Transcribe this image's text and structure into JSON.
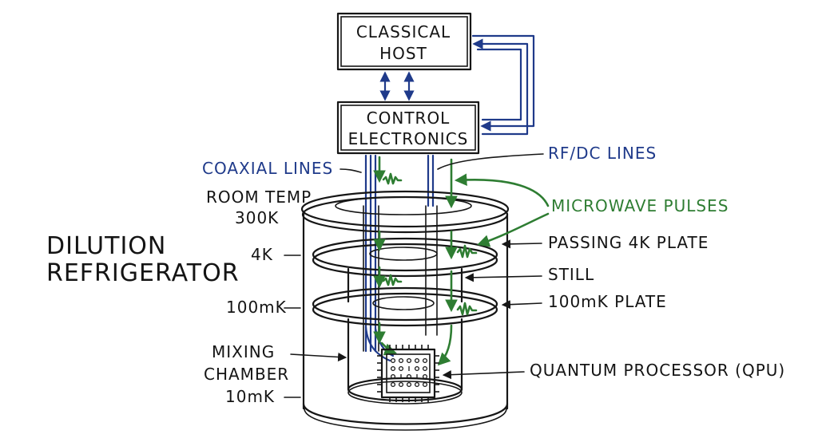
{
  "boxes": {
    "host_line1": "CLASSICAL",
    "host_line2": "HOST",
    "control_line1": "CONTROL",
    "control_line2": "ELECTRONICS"
  },
  "title": {
    "line1": "DILUTION",
    "line2": "REFRIGERATOR"
  },
  "labels": {
    "coaxial": "COAXIAL LINES",
    "rfdc": "RF/DC LINES",
    "microwave": "MICROWAVE PULSES",
    "room_temp_1": "ROOM TEMP",
    "room_temp_2": "300K",
    "four_k": "4K",
    "passing_plate": "PASSING 4K PLATE",
    "still": "STILL",
    "hundred_mk": "100mK",
    "hundred_mk_plate": "100mK PLATE",
    "mixing_1": "MIXING",
    "mixing_2": "CHAMBER",
    "ten_mk": "10mK",
    "qpu": "QUANTUM PROCESSOR (QPU)"
  },
  "colors": {
    "ink": "#161616",
    "blue_lines": "#1f3a8a",
    "green_pulses": "#2e7d32"
  }
}
